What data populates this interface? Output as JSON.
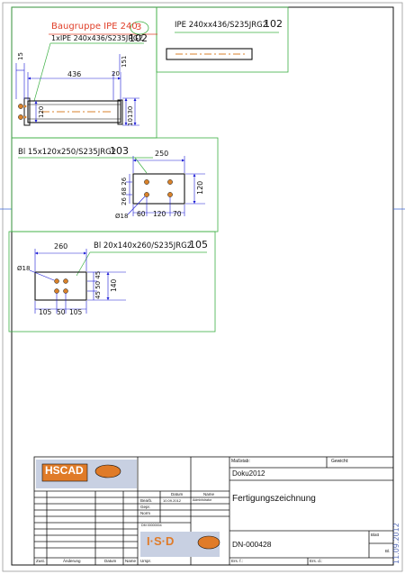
{
  "views": {
    "assembly": {
      "group_label": "Baugruppe IPE 240",
      "group_number": "3",
      "part_label": "1xIPE 240x436/S235JRG2",
      "part_number": "102"
    },
    "ipe": {
      "label": "IPE 240xx436/S235JRG2",
      "number": "102"
    },
    "plate1": {
      "label": "Bl 15x120x250/S235JRG2",
      "number": "103"
    },
    "plate2": {
      "label": "Bl 20x140x260/S235JRG2",
      "number": "105"
    }
  },
  "dims": {
    "a_len": "436",
    "a_15": "15",
    "a_20": "20",
    "a_151": "151",
    "a_120": "120",
    "a_10": "10",
    "a_130": "130",
    "p1_w": "250",
    "p1_h": "120",
    "p1_26a": "26",
    "p1_68": "68",
    "p1_26b": "26",
    "p1_dia": "Ø18",
    "p1_60": "60",
    "p1_120": "120",
    "p1_70": "70",
    "p2_w": "260",
    "p2_dia": "Ø18",
    "p2_45a": "45",
    "p2_50": "50",
    "p2_45b": "45",
    "p2_140": "140",
    "p2_105a": "105",
    "p2_50b": "50",
    "p2_105b": "105"
  },
  "title_block": {
    "company_logo": "HSCAD",
    "masstab_label": "Maßstab:",
    "gewicht_label": "Gewicht:",
    "project": "Doku2012",
    "datum_header": "Datum",
    "name_header": "Name",
    "bearb_label": "Bearb.",
    "bearb_date": "10.09.2012",
    "bearb_name": "Administrator",
    "gepr_label": "Gepr.",
    "norm_label": "Norm",
    "document_title": "Fertigungszeichnung",
    "small_code": "DM 00000004",
    "logo2": "I·S·D",
    "drawing_number": "DN-000428",
    "blatt_label": "Blatt",
    "bl_label": "Bl.",
    "zust_label": "Zust.",
    "aenderung_label": "Änderung",
    "datum_label": "Datum",
    "name_label": "Name",
    "urspr_label": "Urspr.",
    "ers_fuer": "Ers. f.:",
    "ers_durch": "Ers. d.:"
  },
  "side_date": "11.09.2012",
  "colors": {
    "frame": "#111111",
    "view_frame": "#3cb043",
    "dims": "#1a1ad6",
    "holes": "#d9822b",
    "label_red": "#e0402a",
    "logo_orange": "#e07b28"
  }
}
